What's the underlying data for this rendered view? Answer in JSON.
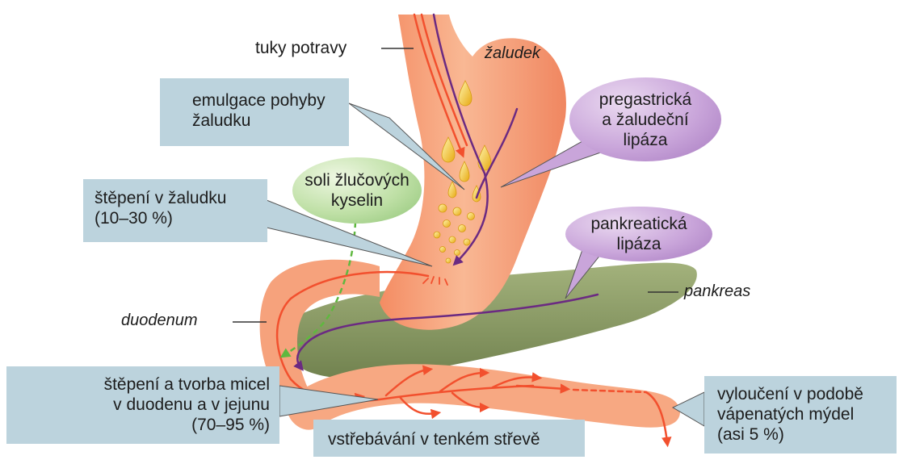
{
  "labels": {
    "tuky_potravy": "tuky potravy",
    "zaludek": "žaludek",
    "emulgace": "emulgace pohyby\nžaludku",
    "pregastricka": "pregastrická\na žaludeční\nlipáza",
    "soli": "soli žlučových\nkyselin",
    "stepeni_zaludek": "štěpení v žaludku\n(10–30 %)",
    "pankreaticka": "pankreatická\nlipáza",
    "pankreas": "pankreas",
    "duodenum": "duodenum",
    "stepeni_micel": "štěpení a tvorba micel\nv duodenu a v jejunu\n(70–95 %)",
    "vstrebavani": "vstřebávání v tenkém střevě",
    "vylouceni": "vyloučení v podobě\nvápenatých mýdel\n(asi 5 %)"
  },
  "colors": {
    "stomach": "#f6a07a",
    "pancreas": "#8b9d66",
    "fat_arrow": "#f2502e",
    "lipase_arrow": "#6b2a82",
    "bile_arrow": "#5fb83f",
    "label_box": "#bcd3dd",
    "droplet": "#f2c228"
  }
}
